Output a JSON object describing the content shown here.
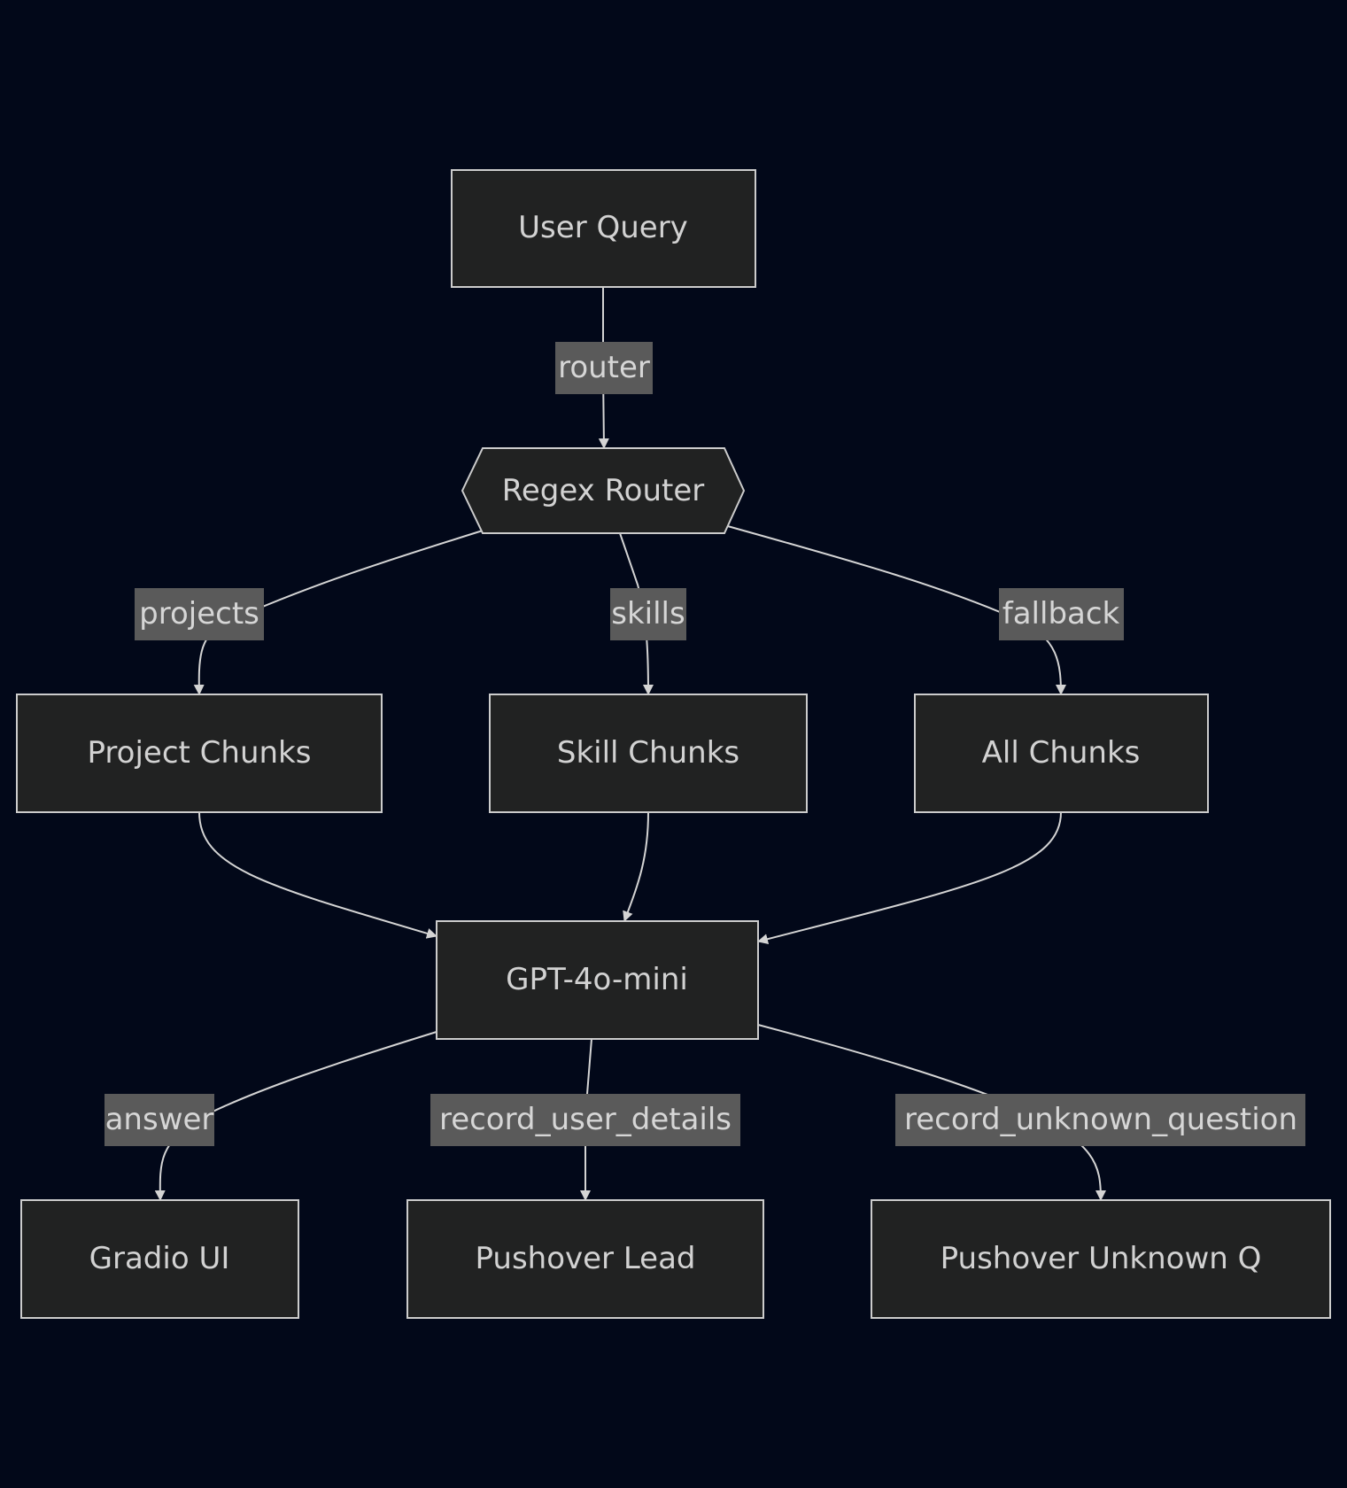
{
  "diagram": {
    "type": "flowchart",
    "colors": {
      "background": "#020819",
      "node_fill": "#212222",
      "node_stroke": "#cccccc",
      "text": "#d2d2d2",
      "edge": "#d4d4d4",
      "edge_label_bg": "#5a5a5a"
    },
    "nodes": [
      {
        "id": "user_query",
        "label": "User Query",
        "shape": "rectangle"
      },
      {
        "id": "regex_router",
        "label": "Regex Router",
        "shape": "hexagon"
      },
      {
        "id": "project_chunks",
        "label": "Project Chunks",
        "shape": "rectangle"
      },
      {
        "id": "skill_chunks",
        "label": "Skill Chunks",
        "shape": "rectangle"
      },
      {
        "id": "all_chunks",
        "label": "All Chunks",
        "shape": "rectangle"
      },
      {
        "id": "gpt",
        "label": "GPT-4o-mini",
        "shape": "rectangle"
      },
      {
        "id": "gradio_ui",
        "label": "Gradio UI",
        "shape": "rectangle"
      },
      {
        "id": "pushover_lead",
        "label": "Pushover Lead",
        "shape": "rectangle"
      },
      {
        "id": "pushover_unknown",
        "label": "Pushover Unknown Q",
        "shape": "rectangle"
      }
    ],
    "edges": [
      {
        "from": "user_query",
        "to": "regex_router",
        "label": "router"
      },
      {
        "from": "regex_router",
        "to": "project_chunks",
        "label": "projects"
      },
      {
        "from": "regex_router",
        "to": "skill_chunks",
        "label": "skills"
      },
      {
        "from": "regex_router",
        "to": "all_chunks",
        "label": "fallback"
      },
      {
        "from": "project_chunks",
        "to": "gpt",
        "label": ""
      },
      {
        "from": "skill_chunks",
        "to": "gpt",
        "label": ""
      },
      {
        "from": "all_chunks",
        "to": "gpt",
        "label": ""
      },
      {
        "from": "gpt",
        "to": "gradio_ui",
        "label": "answer"
      },
      {
        "from": "gpt",
        "to": "pushover_lead",
        "label": "record_user_details"
      },
      {
        "from": "gpt",
        "to": "pushover_unknown",
        "label": "record_unknown_question"
      }
    ]
  }
}
